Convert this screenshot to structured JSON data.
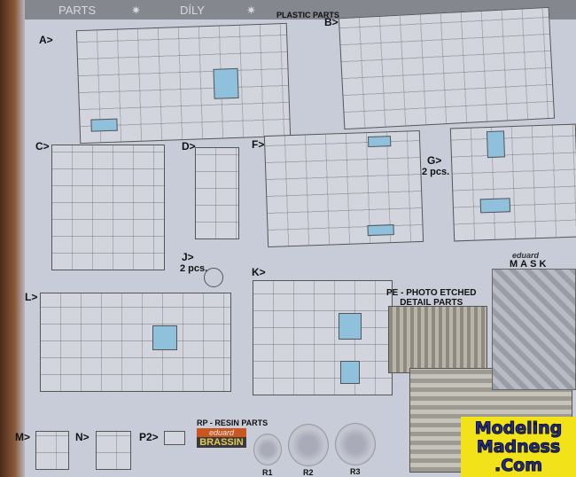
{
  "header": {
    "parts": "PARTS",
    "star": "✷",
    "dily": "DÍLY"
  },
  "sections": {
    "plastic": "PLASTIC PARTS",
    "pe_line1": "PE - PHOTO ETCHED",
    "pe_line2": "DETAIL PARTS",
    "resin": "RP - RESIN PARTS"
  },
  "sprues": {
    "A": "A>",
    "B": "B>",
    "C": "C>",
    "D": "D>",
    "F": "F>",
    "G": "G>",
    "G_count": "2 pcs.",
    "J": "J>",
    "J_count": "2 pcs.",
    "K": "K>",
    "L": "L>",
    "M": "M>",
    "N": "N>",
    "P2": "P2>"
  },
  "mask": {
    "brand": "eduard",
    "label": "MASK"
  },
  "brassin": {
    "brand": "eduard",
    "label": "BRASSIN"
  },
  "wheels": [
    "R1",
    "R2",
    "R3"
  ],
  "watermark": {
    "line1": "Modeling",
    "line2": "Madness",
    "line3": ".Com"
  }
}
